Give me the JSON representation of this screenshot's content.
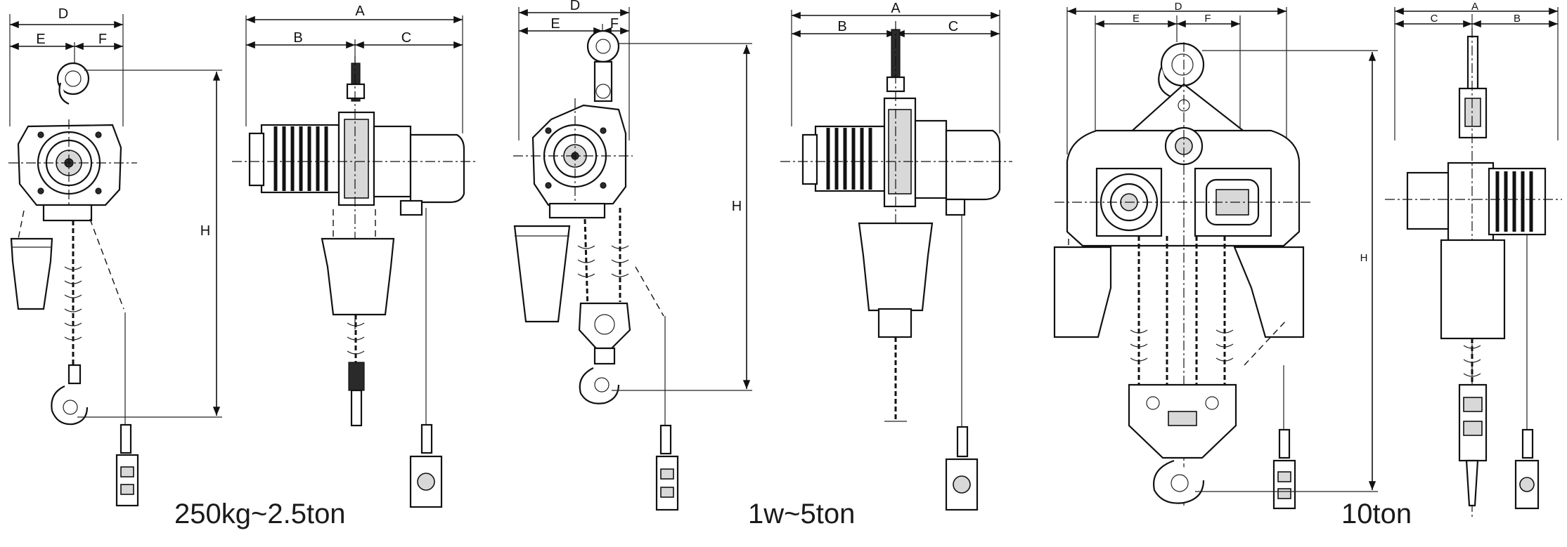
{
  "captions": {
    "small": "250kg~2.5ton",
    "mid": "1w~5ton",
    "large": "10ton"
  },
  "dims": {
    "A": "A",
    "B": "B",
    "C": "C",
    "D": "D",
    "E": "E",
    "F": "F",
    "H": "H"
  }
}
